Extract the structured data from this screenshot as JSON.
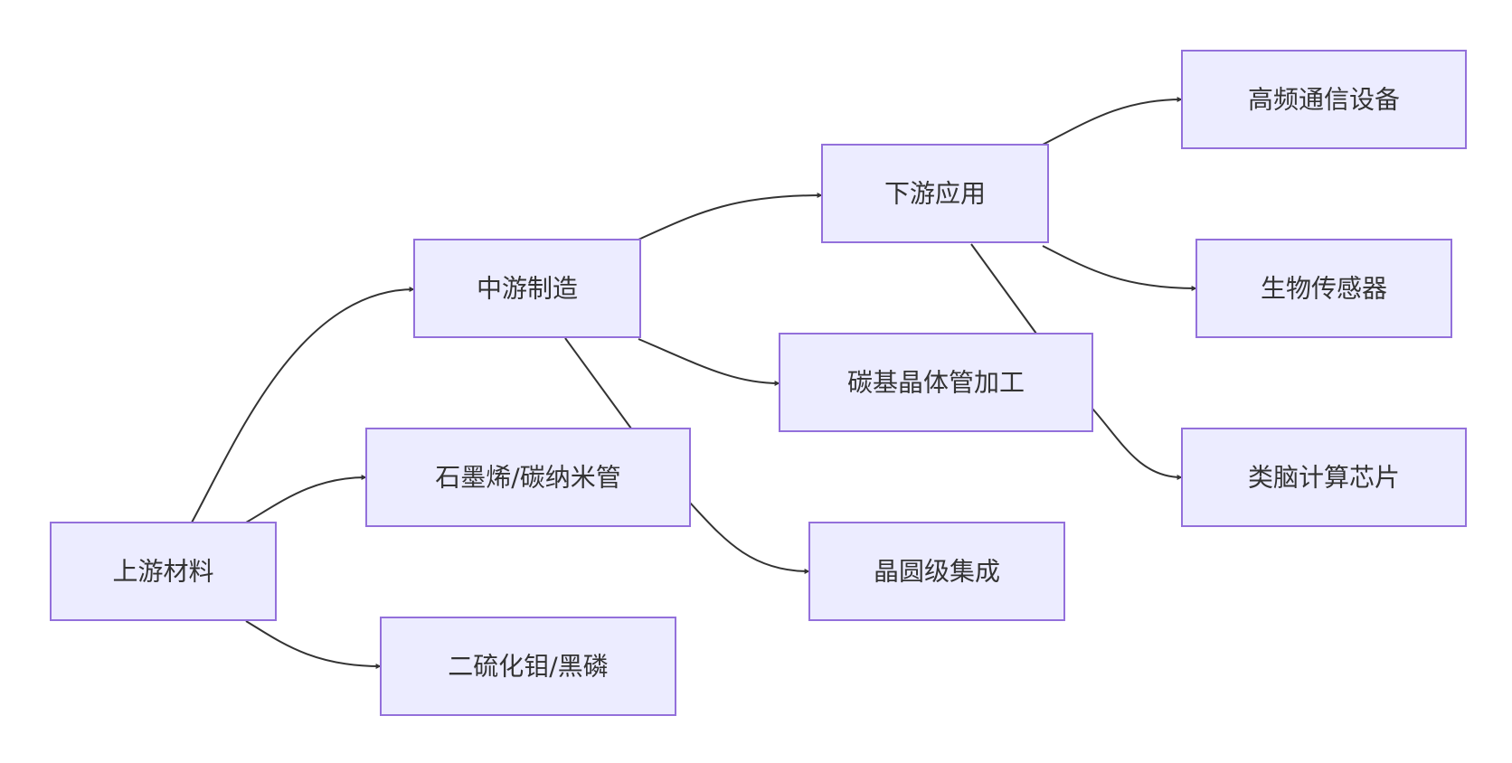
{
  "diagram": {
    "type": "flowchart",
    "direction": "LR",
    "nodes": {
      "upstream": "上游材料",
      "graphene_cnt": "石墨烯/碳纳米管",
      "mos2_bp": "二硫化钼/黑磷",
      "midstream": "中游制造",
      "wafer": "晶圆级集成",
      "transistor": "碳基晶体管加工",
      "downstream": "下游应用",
      "hf_comm": "高频通信设备",
      "biosensor": "生物传感器",
      "neuro_chip": "类脑计算芯片"
    },
    "edges": [
      {
        "from": "upstream",
        "to": "midstream"
      },
      {
        "from": "upstream",
        "to": "graphene_cnt"
      },
      {
        "from": "upstream",
        "to": "mos2_bp"
      },
      {
        "from": "midstream",
        "to": "downstream"
      },
      {
        "from": "midstream",
        "to": "transistor"
      },
      {
        "from": "midstream",
        "to": "graphene_cnt"
      },
      {
        "from": "graphene_cnt",
        "to": "wafer"
      },
      {
        "from": "downstream",
        "to": "hf_comm"
      },
      {
        "from": "downstream",
        "to": "biosensor"
      },
      {
        "from": "downstream",
        "to": "transistor"
      },
      {
        "from": "transistor",
        "to": "neuro_chip"
      }
    ]
  }
}
